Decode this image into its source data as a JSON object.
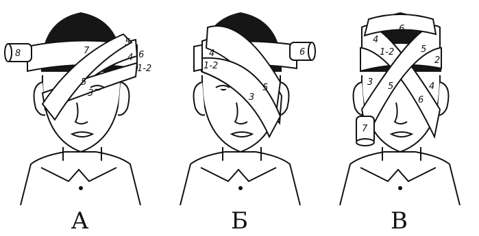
{
  "panels": [
    {
      "label": "А",
      "turn_numbers": [
        "8",
        "7",
        "5",
        "4",
        "6",
        "1-2",
        "5",
        "3"
      ]
    },
    {
      "label": "Б",
      "turn_numbers": [
        "4",
        "1-2",
        "6",
        "5",
        "3"
      ]
    },
    {
      "label": "В",
      "turn_numbers": [
        "6",
        "4",
        "1-2",
        "5",
        "2",
        "3",
        "5",
        "6",
        "4",
        "7"
      ]
    }
  ],
  "colors": {
    "ink": "#111111",
    "hair": "#161616",
    "paper": "#ffffff"
  }
}
